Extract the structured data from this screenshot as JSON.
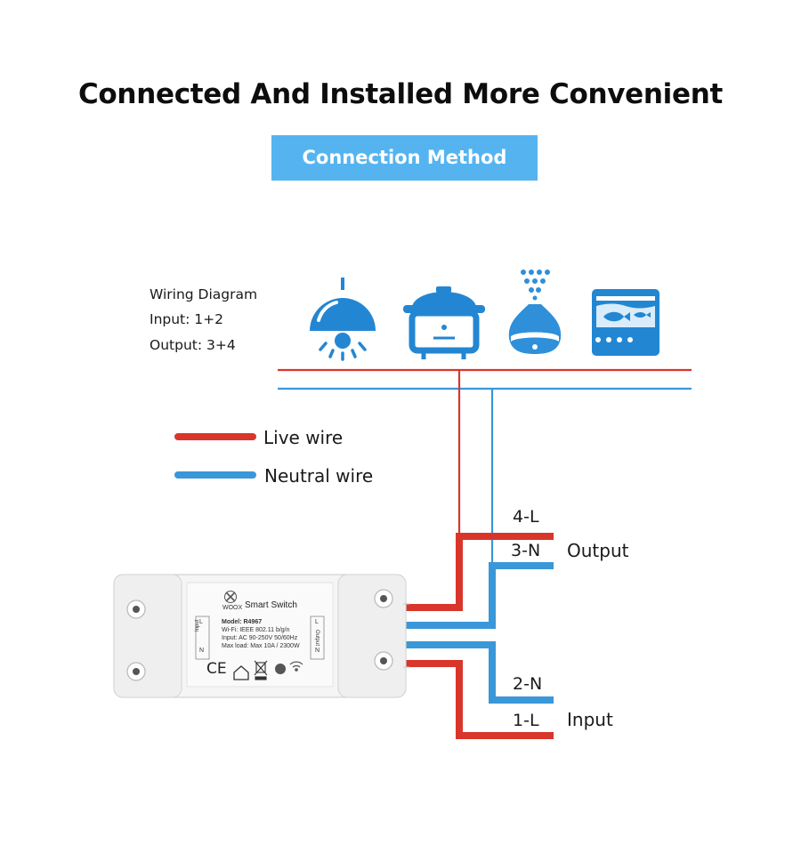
{
  "title": "Connected And Installed More Convenient",
  "badge": "Connection Method",
  "info": {
    "line1": "Wiring Diagram",
    "line2": "Input: 1+2",
    "line3": "Output: 3+4"
  },
  "legend": {
    "live": "Live wire",
    "neutral": "Neutral wire"
  },
  "terminals": {
    "t4": "4-L",
    "t3": "3-N",
    "t2": "2-N",
    "t1": "1-L"
  },
  "groups": {
    "output": "Output",
    "input": "Input"
  },
  "device": {
    "brand": "WOOX",
    "name": "Smart Switch",
    "model": "Model: R4967",
    "wifi": "Wi-Fi: IEEE 802.11 b/g/n",
    "input": "Input: AC 90-250V 50/60Hz",
    "load": "Max load: Max 10A / 2300W",
    "left_L": "L",
    "left_word": "Input",
    "left_N": "N",
    "right_L": "L",
    "right_word": "Output",
    "right_N": "N",
    "ce": "CE"
  },
  "colors": {
    "live": "#d9362b",
    "neutral": "#3a97d8",
    "icon": "#2386d2",
    "badge": "#55b4f0"
  },
  "icons": [
    "lamp-icon",
    "rice-cooker-icon",
    "humidifier-icon",
    "aquarium-icon"
  ]
}
